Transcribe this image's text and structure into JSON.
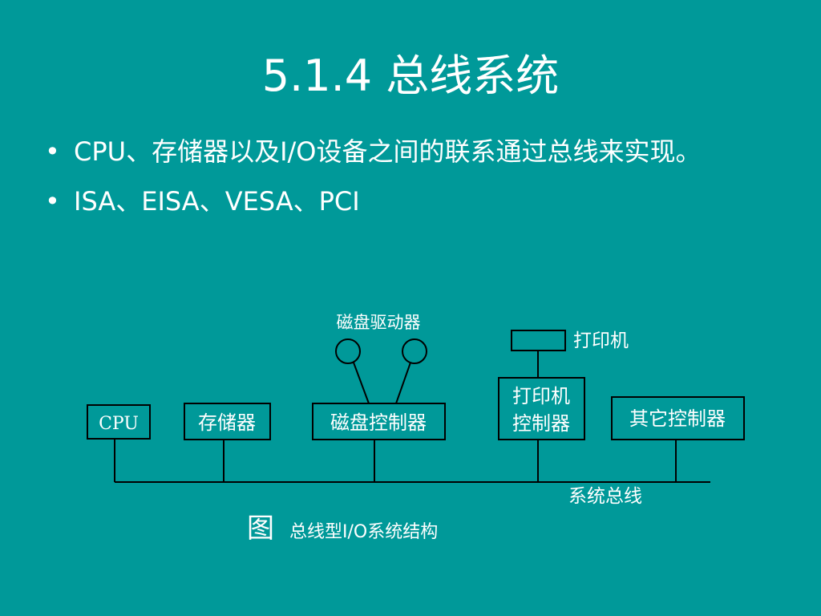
{
  "slide": {
    "title": "5.1.4  总线系统",
    "bullets": [
      "CPU、存储器以及I/O设备之间的联系通过总线来实现。",
      "ISA、EISA、VESA、PCI"
    ]
  },
  "diagram": {
    "cpu": "CPU",
    "memory": "存储器",
    "disk_controller": "磁盘控制器",
    "disk_drive_label": "磁盘驱动器",
    "printer_label": "打印机",
    "printer_controller_line1": "打印机",
    "printer_controller_line2": "控制器",
    "other_controller": "其它控制器",
    "bus_label": "系统总线",
    "caption_prefix": "图",
    "caption_text": "总线型I/O系统结构"
  }
}
